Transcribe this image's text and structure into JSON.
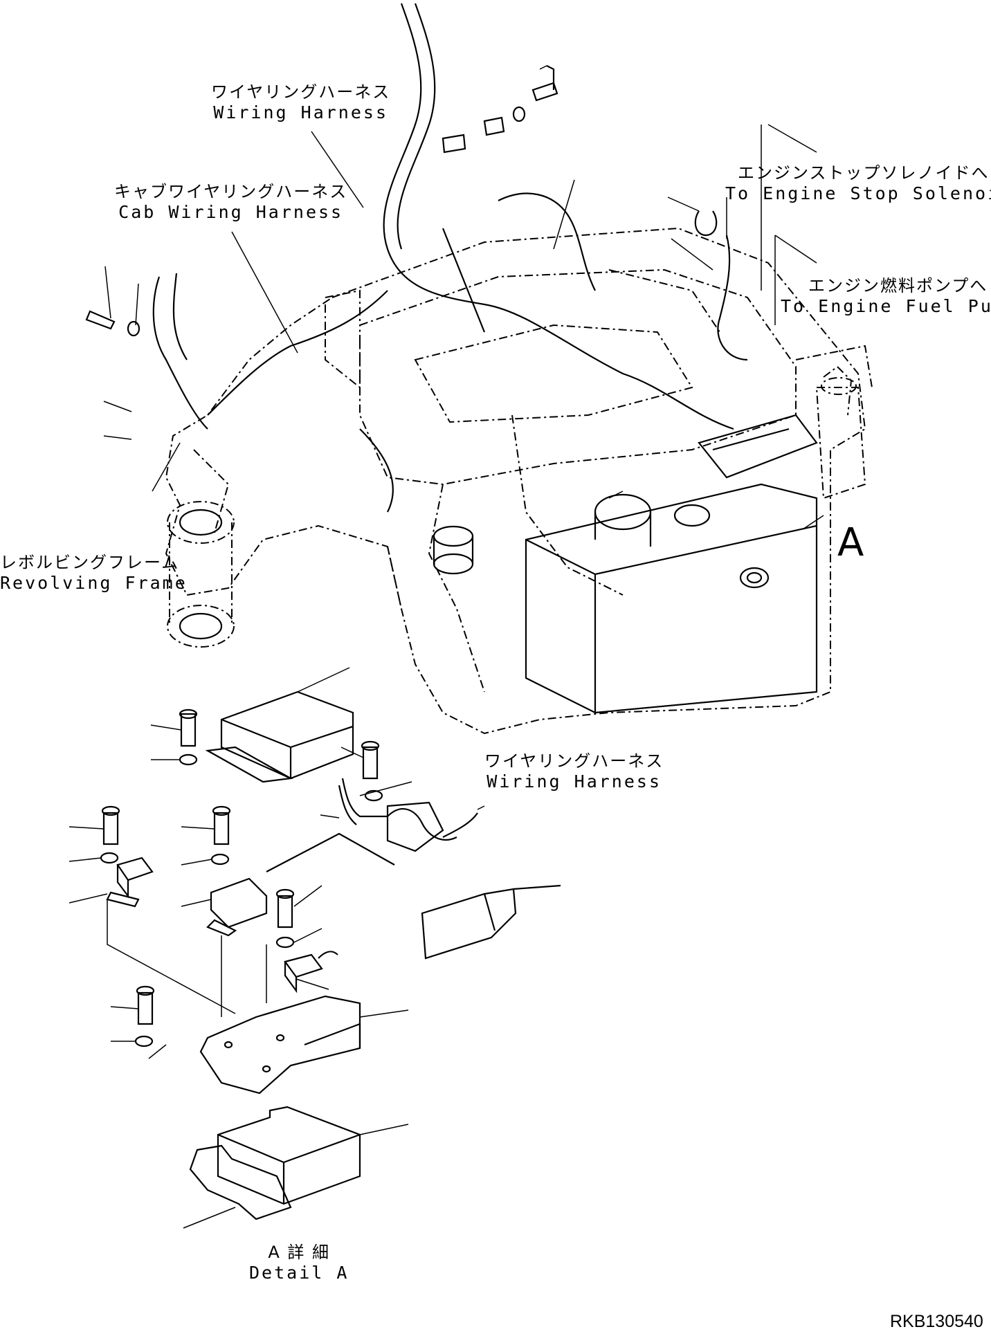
{
  "labels": {
    "wiring_harness_top": {
      "jp": "ワイヤリングハーネス",
      "en": "Wiring Harness"
    },
    "cab_wiring_harness": {
      "jp": "キャブワイヤリングハーネス",
      "en": "Cab Wiring Harness"
    },
    "engine_stop_solenoid": {
      "jp": "エンジンストップソレノイドへ",
      "en": "To Engine Stop Solenoid"
    },
    "engine_fuel_pump": {
      "jp": "エンジン燃料ポンプへ",
      "en": "To Engine Fuel Pump"
    },
    "revolving_frame": {
      "jp": "レボルビングフレーム",
      "en": "Revolving Frame"
    },
    "wiring_harness_detail": {
      "jp": "ワイヤリングハーネス",
      "en": "Wiring Harness"
    },
    "detail_a": {
      "jp": "A 詳 細",
      "en": "Detail A"
    },
    "view_marker": "A"
  },
  "drawing_code": "RKB130540"
}
